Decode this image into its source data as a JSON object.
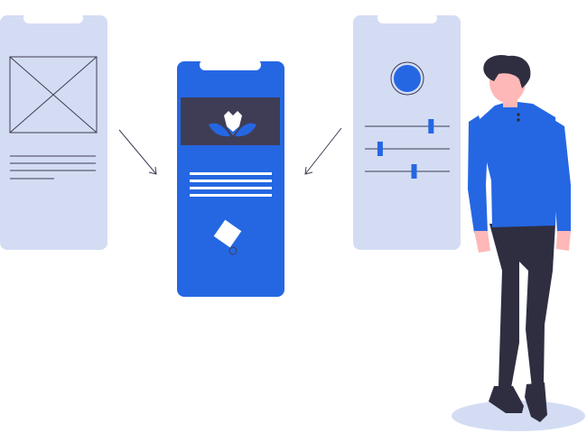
{
  "colors": {
    "wireframe_phone": "#d3dcf3",
    "wireframe_stroke": "#3f3d56",
    "final_phone": "#2567e3",
    "header_band": "#3f3d56",
    "accent_blue": "#2567e3",
    "slider_track": "#3f3d56",
    "arrow": "#3f3d56",
    "skin": "#ffb8b8",
    "hair": "#2f2e41",
    "shirt": "#2567e3",
    "pants": "#2f2e41",
    "shadow": "#d3dcf3"
  },
  "icons": {
    "image_placeholder": "image-placeholder-icon",
    "lotus_logo": "lotus-logo-icon",
    "tag": "tag-icon",
    "radio": "radio-button-icon"
  },
  "sliders": [
    {
      "value": 0.78
    },
    {
      "value": 0.18
    },
    {
      "value": 0.58
    }
  ]
}
